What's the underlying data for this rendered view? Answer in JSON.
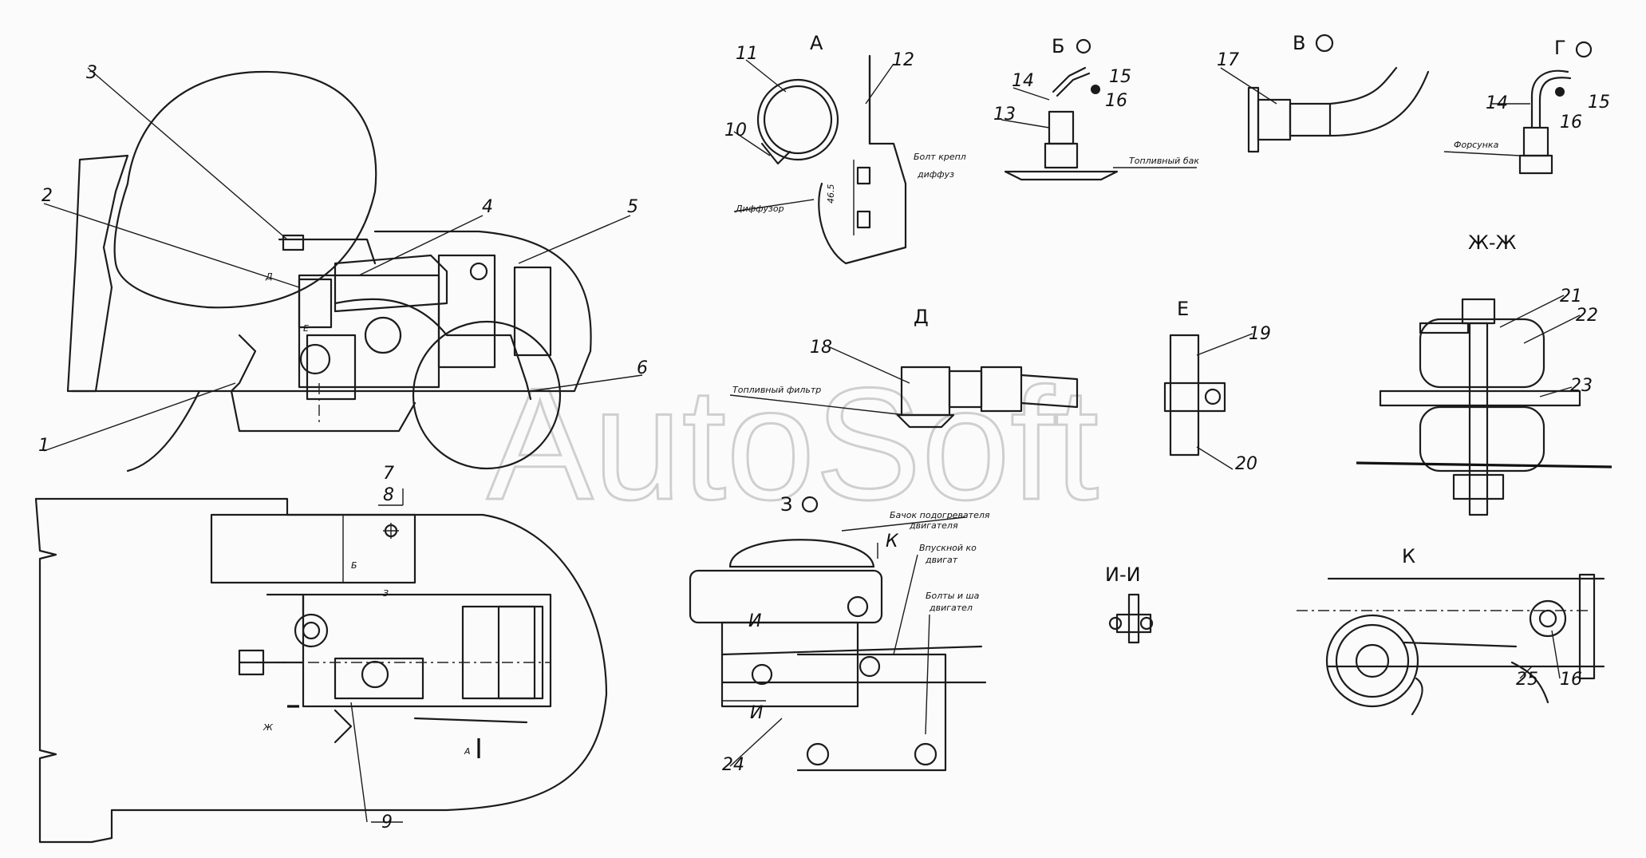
{
  "watermark": "AutoSoft",
  "views": {
    "A": "А",
    "B": "Б",
    "V": "В",
    "G": "Г",
    "D": "Д",
    "E": "Е",
    "ZhZh": "Ж-Ж",
    "Z": "З",
    "II": "И-И",
    "K": "К"
  },
  "callouts": {
    "c1": "1",
    "c2": "2",
    "c3": "3",
    "c4": "4",
    "c5": "5",
    "c6": "6",
    "c7": "7",
    "c8": "8",
    "c9": "9",
    "c10": "10",
    "c11": "11",
    "c12": "12",
    "c13": "13",
    "c14": "14",
    "c15": "15",
    "c16": "16",
    "c17": "17",
    "c18": "18",
    "c19": "19",
    "c20": "20",
    "c21": "21",
    "c22": "22",
    "c23": "23",
    "c24": "24",
    "c25": "25",
    "c14g": "14",
    "c15g": "15",
    "c16g": "16",
    "c16k": "16"
  },
  "labels": {
    "diffuser": "Диффузор",
    "bolt": "Болт крепл",
    "bolt2": "диффуз",
    "dim": "46.5",
    "fuel_tank": "Топливный бак",
    "injector": "Форсунка",
    "fuel_filter": "Топливный фильтр",
    "heater_tank_1": "Бачок подогревателя",
    "heater_tank_2": "двигателя",
    "intake_1": "Впускной ко",
    "intake_2": "двигат",
    "bolts_1": "Болты и ша",
    "bolts_2": "двигател"
  },
  "plan_marks": {
    "A": "А",
    "B": "Б",
    "Z": "З",
    "Zh": "Ж",
    "D": "Д",
    "E": "Е",
    "K": "К",
    "I": "И"
  }
}
